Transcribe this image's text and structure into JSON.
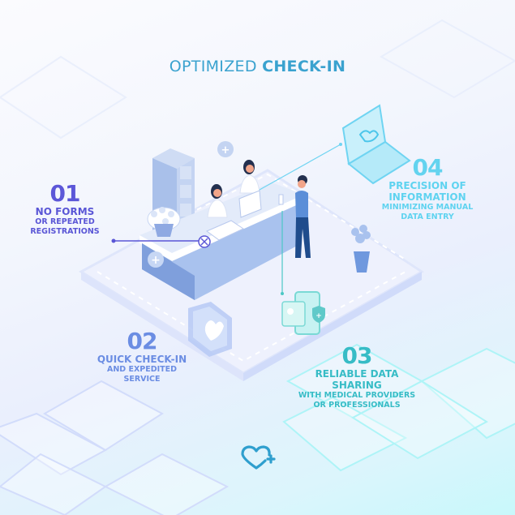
{
  "title": {
    "regular": "OPTIMIZED ",
    "bold": "CHECK-IN",
    "color": "#3aa2cf"
  },
  "steps": [
    {
      "number": "01",
      "heading": "NO FORMS",
      "sub": [
        "OR REPEATED",
        "REGISTRATIONS"
      ],
      "color": "#5a56d6",
      "icon": "no-forms-x-icon"
    },
    {
      "number": "02",
      "heading": "QUICK CHECK-IN",
      "sub": [
        "AND EXPEDITED",
        "SERVICE"
      ],
      "color": "#6b8de3",
      "icon": "heart-card-icon"
    },
    {
      "number": "03",
      "heading": [
        "RELIABLE DATA",
        "SHARING"
      ],
      "sub": [
        "WITH MEDICAL PROVIDERS",
        "OR PROFESSIONALS"
      ],
      "color": "#37bcc6",
      "icon": "phone-profile-icon"
    },
    {
      "number": "04",
      "heading": [
        "PRECISION OF",
        "INFORMATION"
      ],
      "sub": [
        "MINIMIZING MANUAL",
        "DATA ENTRY"
      ],
      "color": "#5fd3f0",
      "icon": "laptop-icon"
    }
  ],
  "footer_logo": {
    "icon": "heart-plus-logo-icon",
    "color": "#2f9fce"
  }
}
